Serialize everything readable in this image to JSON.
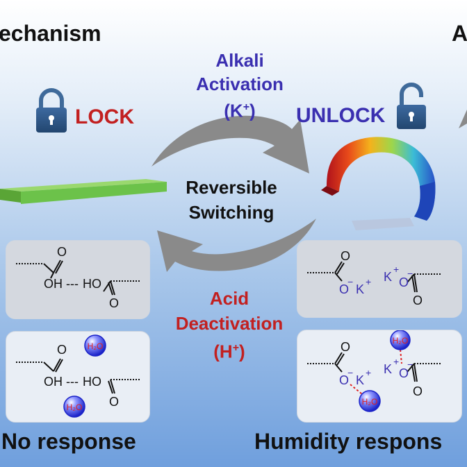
{
  "header": {
    "left_title": "echanism",
    "right_title": "A"
  },
  "lock": {
    "label": "LOCK"
  },
  "unlock": {
    "label": "UNLOCK"
  },
  "top_arrow": {
    "line1": "Alkali",
    "line2": "Activation",
    "ion": "(K",
    "ion_sup": "+",
    "ion_close": ")"
  },
  "bottom_arrow": {
    "line1": "Acid",
    "line2": "Deactivation",
    "ion": "(H",
    "ion_sup": "+",
    "ion_close": ")"
  },
  "center": {
    "line1": "Reversible",
    "line2": "Switching"
  },
  "chem": {
    "oh": "OH",
    "ho": "HO",
    "o": "O",
    "o_minus": "O",
    "k": "K",
    "plus": "+",
    "minus": "−",
    "water": "H₂O",
    "hbond": "---"
  },
  "footer": {
    "left": "No response",
    "right": "Humidity respons"
  },
  "colors": {
    "lock_red": "#c22020",
    "activation_blue": "#3a2fb0",
    "film_green": "#6cc24a",
    "arrow_gray": "#8a8a8a",
    "water_blue": "#2233cc"
  }
}
